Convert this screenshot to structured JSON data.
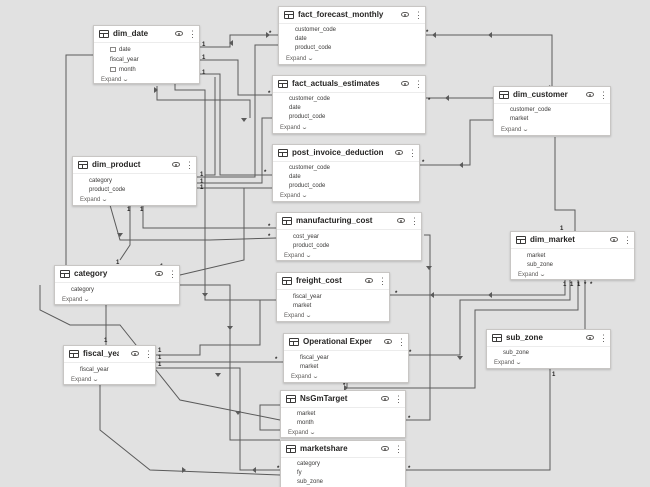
{
  "colors": {
    "canvas": "#e1e1e1",
    "card": "#ffffff",
    "line": "#5a5a5a"
  },
  "icons": {
    "table": "table-icon",
    "visibility": "eye-icon",
    "menu": "more-icon",
    "expand": "chevron-down-icon",
    "filter_direction": "arrow-icon"
  },
  "expand_label": "Expand",
  "many_symbol": "*",
  "one_symbol": "1",
  "tables": {
    "dim_date": {
      "title": "dim_date",
      "fields": [
        "date",
        "fiscal_year",
        "month"
      ]
    },
    "fact_forecast_monthly": {
      "title": "fact_forecast_monthly",
      "fields": [
        "customer_code",
        "date",
        "product_code"
      ]
    },
    "fact_actuals_estimates": {
      "title": "fact_actuals_estimates",
      "fields": [
        "customer_code",
        "date",
        "product_code"
      ]
    },
    "dim_customer": {
      "title": "dim_customer",
      "fields": [
        "customer_code",
        "market"
      ]
    },
    "dim_product": {
      "title": "dim_product",
      "fields": [
        "category",
        "product_code"
      ]
    },
    "post_invoice_deductions": {
      "title": "post_invoice_deductions",
      "fields": [
        "customer_code",
        "date",
        "product_code"
      ]
    },
    "manufacturing_cost": {
      "title": "manufacturing_cost",
      "fields": [
        "cost_year",
        "product_code"
      ]
    },
    "dim_market": {
      "title": "dim_market",
      "fields": [
        "market",
        "sub_zone"
      ]
    },
    "category": {
      "title": "category",
      "fields": [
        "category"
      ]
    },
    "freight_cost": {
      "title": "freight_cost",
      "fields": [
        "fiscal_year",
        "market"
      ]
    },
    "sub_zone": {
      "title": "sub_zone",
      "fields": [
        "sub_zone"
      ]
    },
    "fiscal_year": {
      "title": "fiscal_year",
      "fields": [
        "fiscal_year"
      ]
    },
    "operational_expense": {
      "title": "Operational Expense",
      "fields": [
        "fiscal_year",
        "market"
      ]
    },
    "nsgmtarget": {
      "title": "NsGmTarget",
      "fields": [
        "market",
        "month"
      ]
    },
    "marketshare": {
      "title": "marketshare",
      "fields": [
        "category",
        "fy",
        "sub_zone"
      ]
    }
  }
}
